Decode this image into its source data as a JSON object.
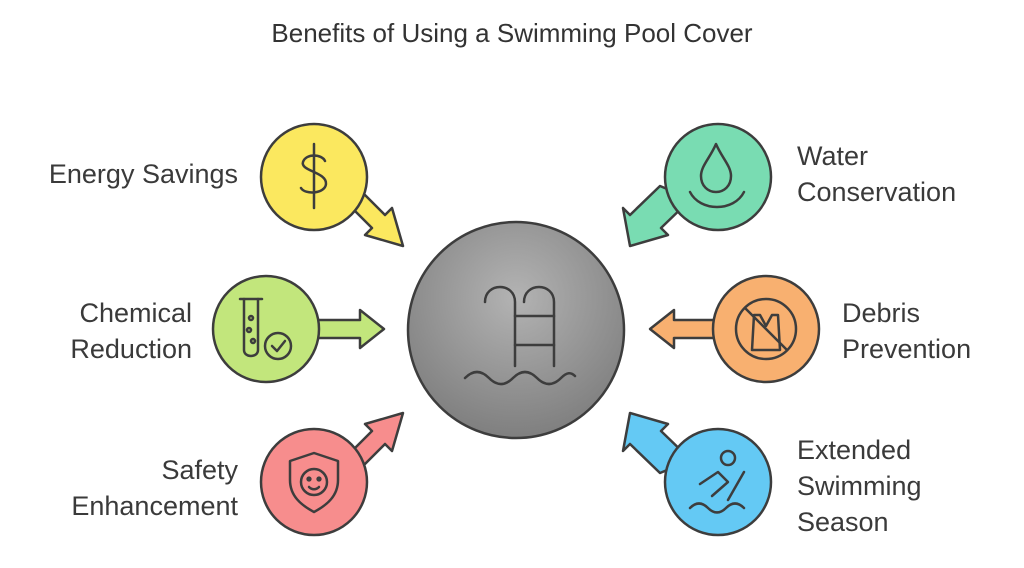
{
  "title": "Benefits of Using a Swimming Pool Cover",
  "center": {
    "icon": "pool-ladder-icon",
    "color": "#8a8a8a"
  },
  "benefits": {
    "energy_savings": {
      "lines": [
        "Energy Savings"
      ],
      "icon": "dollar-icon",
      "color": "#fbe85f"
    },
    "water_conservation": {
      "lines": [
        "Water",
        "Conservation"
      ],
      "icon": "water-drop-icon",
      "color": "#79dcb2"
    },
    "chemical_reduction": {
      "lines": [
        "Chemical",
        "Reduction"
      ],
      "icon": "test-tube-check-icon",
      "color": "#c2e67c"
    },
    "debris_prevention": {
      "lines": [
        "Debris",
        "Prevention"
      ],
      "icon": "no-bag-icon",
      "color": "#f8b070"
    },
    "safety_enhancement": {
      "lines": [
        "Safety",
        "Enhancement"
      ],
      "icon": "child-shield-icon",
      "color": "#f78d8d"
    },
    "extended_swimming_season": {
      "lines": [
        "Extended",
        "Swimming",
        "Season"
      ],
      "icon": "swimmer-icon",
      "color": "#64c9f4"
    }
  }
}
